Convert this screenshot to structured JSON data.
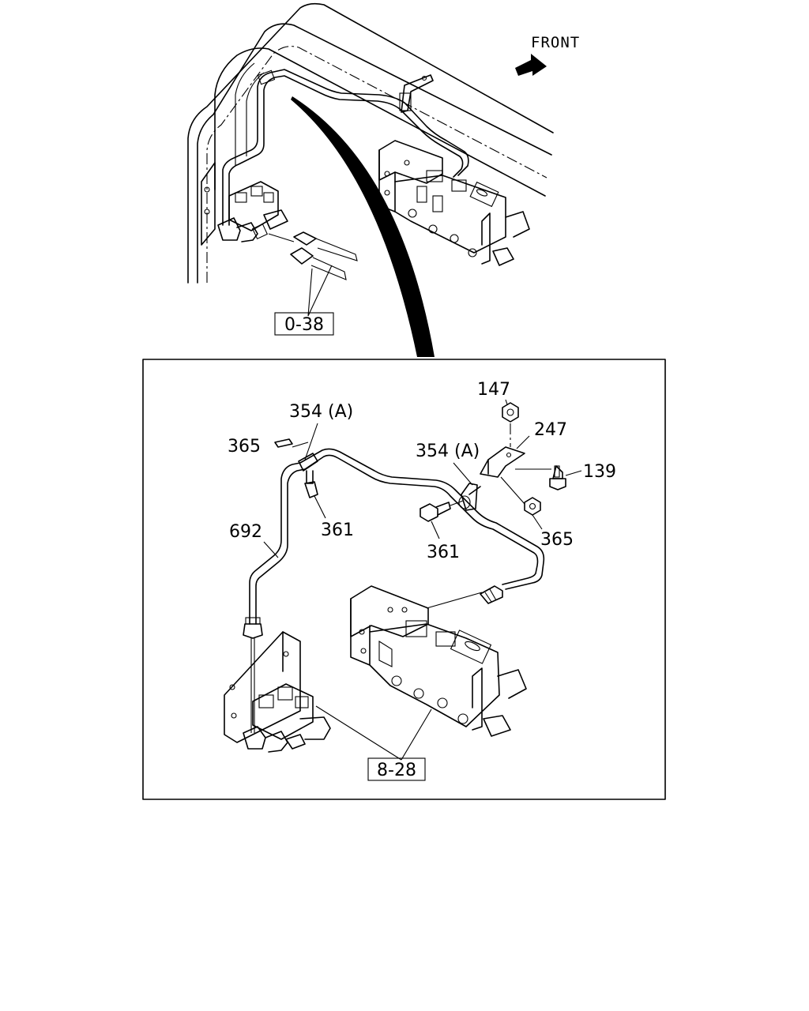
{
  "overview": {
    "direction_label": "FRONT",
    "ref_box": "0-38"
  },
  "detail": {
    "ref_box": "8-28",
    "callouts": {
      "c147": "147",
      "c247": "247",
      "c139": "139",
      "c354a_left": "354 (A)",
      "c354a_right": "354 (A)",
      "c365_left": "365",
      "c365_right": "365",
      "c361_left": "361",
      "c361_right": "361",
      "c692": "692"
    }
  }
}
